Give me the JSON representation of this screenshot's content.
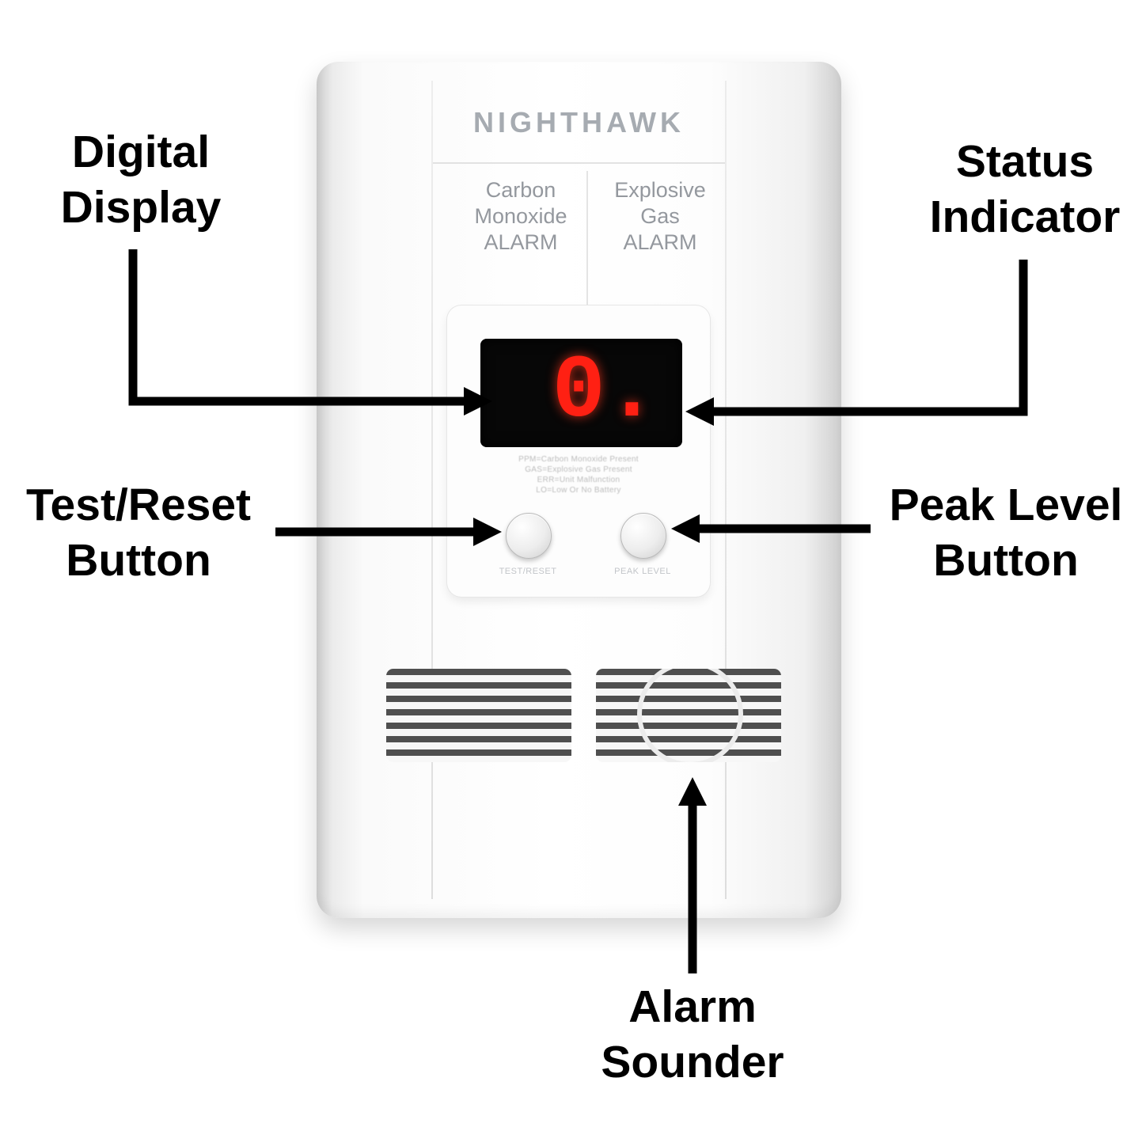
{
  "device": {
    "brand": "NIGHTHAWK",
    "left_panel": {
      "line1": "Carbon",
      "line2": "Monoxide",
      "line3": "ALARM"
    },
    "right_panel": {
      "line1": "Explosive",
      "line2": "Gas",
      "line3": "ALARM"
    },
    "display": {
      "value": "0."
    },
    "legend": [
      "PPM=Carbon Monoxide Present",
      "GAS=Explosive Gas Present",
      "ERR=Unit Malfunction",
      "LO=Low Or No Battery"
    ],
    "buttons": {
      "test_reset": "TEST/RESET",
      "peak_level": "PEAK LEVEL"
    }
  },
  "callouts": {
    "digital_display": {
      "line1": "Digital",
      "line2": "Display"
    },
    "status_indicator": {
      "line1": "Status",
      "line2": "Indicator"
    },
    "test_reset": {
      "line1": "Test/Reset",
      "line2": "Button"
    },
    "peak_level": {
      "line1": "Peak Level",
      "line2": "Button"
    },
    "alarm_sounder": {
      "line1": "Alarm",
      "line2": "Sounder"
    }
  },
  "colors": {
    "digit_red": "#ff2013",
    "lcd_black": "#070707",
    "callout_black": "#000000",
    "device_white": "#ffffff"
  }
}
